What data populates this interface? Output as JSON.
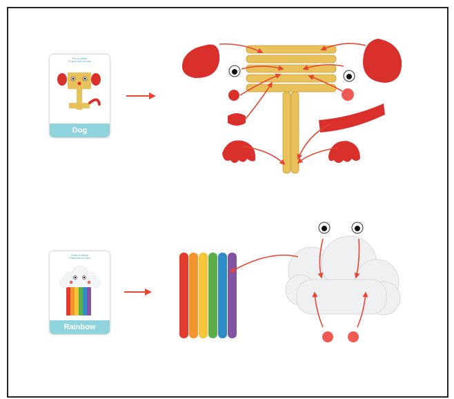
{
  "colors": {
    "arrow": "#e8442f",
    "band": "#8fd3dc",
    "stick": "#e9c15a",
    "red_felt": "#d9302c",
    "cloud": "#eef0f2",
    "cheek": "#f05a55"
  },
  "cards": {
    "dog": {
      "instruction": "Put on sticker\nFit your word on card",
      "name": "Dog"
    },
    "rainbow": {
      "instruction": "Press on sticker\nPress them on card",
      "name": "Rainbow"
    }
  },
  "icons": [
    "arrow-right-icon",
    "arrow-curved-icon"
  ]
}
